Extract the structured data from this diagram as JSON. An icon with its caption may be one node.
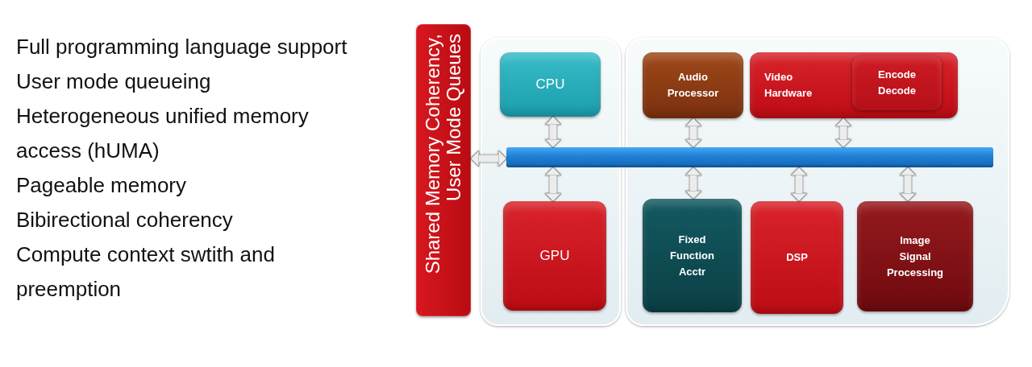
{
  "diagram": {
    "nodes": [
      {
        "text": [
          "Shared Memory Coherency, User Mode Queues"
        ]
      },
      {
        "text": [],
        "shape": "box"
      },
      {
        "text": [
          "CPU"
        ],
        "in": 1
      },
      {
        "text": [
          "GPU"
        ],
        "in": 1
      },
      {
        "text": [],
        "shape": "box"
      },
      {
        "text": [
          "Audio Processor"
        ],
        "in": 4
      },
      {
        "text": [
          "Video Hardware"
        ],
        "in": 4
      },
      {
        "text": [
          "Encode Decode"
        ],
        "in": 6
      },
      {
        "text": [
          "Fixed Function Acctr"
        ],
        "in": 4
      },
      {
        "text": [
          "DSP"
        ],
        "in": 4
      },
      {
        "text": [
          "Image Signal Processing"
        ],
        "in": 4
      },
      {
        "text": [],
        "shape": "bar"
      }
    ],
    "edges": [
      {
        "from": 0,
        "to": 11,
        "arrow": "both"
      },
      {
        "from": 2,
        "to": 11,
        "arrow": "both"
      },
      {
        "from": 11,
        "to": 3,
        "arrow": "both"
      },
      {
        "from": 5,
        "to": 11,
        "arrow": "both"
      },
      {
        "from": 6,
        "to": 11,
        "arrow": "both"
      },
      {
        "from": 11,
        "to": 8,
        "arrow": "both"
      },
      {
        "from": 11,
        "to": 9,
        "arrow": "both"
      },
      {
        "from": 11,
        "to": 10,
        "arrow": "both"
      }
    ],
    "labels": [
      "Full programming language support",
      "User mode queueing",
      "Heterogeneous unified memory access (hUMA)",
      "Pageable memory",
      "Bibirectional coherency",
      "Compute context swtith and preemption"
    ]
  }
}
